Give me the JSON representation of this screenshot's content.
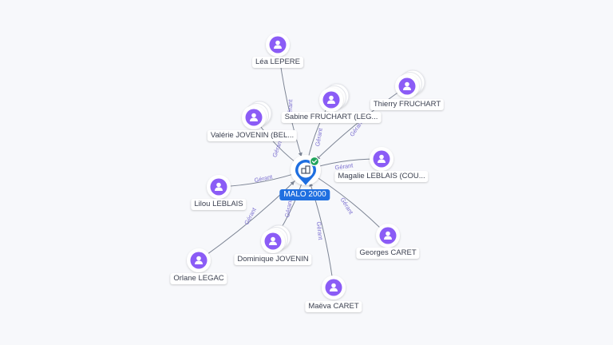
{
  "company": {
    "name": "MALO 2000",
    "verified": true
  },
  "edge_label": "Gérant",
  "people": [
    {
      "id": "lea",
      "name": "Léa LEPERE",
      "stacked": false
    },
    {
      "id": "valerie",
      "name": "Valérie JOVENIN (BEL...",
      "stacked": true
    },
    {
      "id": "sabine",
      "name": "Sabine FRUCHART (LEG...",
      "stacked": true
    },
    {
      "id": "thierry",
      "name": "Thierry FRUCHART",
      "stacked": true
    },
    {
      "id": "magalie",
      "name": "Magalie LEBLAIS (COU...",
      "stacked": false
    },
    {
      "id": "lilou",
      "name": "Lilou LEBLAIS",
      "stacked": false
    },
    {
      "id": "georges",
      "name": "Georges CARET",
      "stacked": false
    },
    {
      "id": "dominique",
      "name": "Dominique JOVENIN",
      "stacked": true
    },
    {
      "id": "orlane",
      "name": "Orlane LEGAC",
      "stacked": false
    },
    {
      "id": "maeva",
      "name": "Maëva CARET",
      "stacked": false
    }
  ],
  "colors": {
    "person": "#8b5cf6",
    "company": "#1f6fe0",
    "verified": "#22a45d",
    "edge": "#7c8494",
    "edge_label": "#7b6fd0"
  },
  "icons": {
    "person": "person-icon",
    "company": "building-icon",
    "verified": "check-badge-icon"
  }
}
